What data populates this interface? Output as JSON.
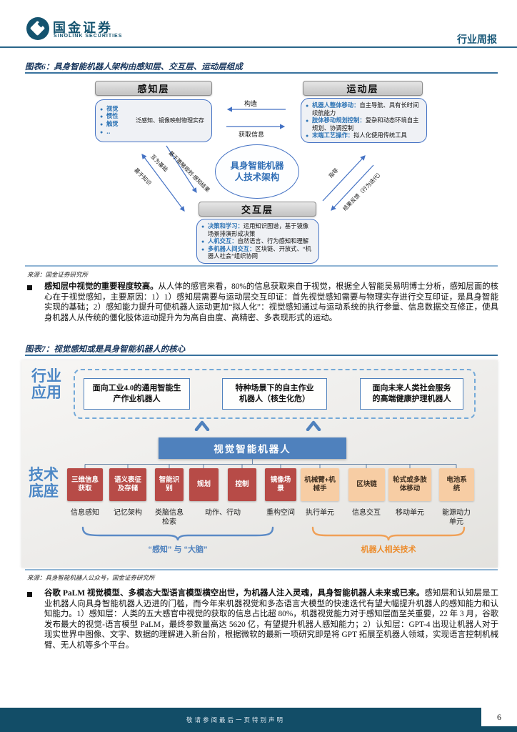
{
  "header": {
    "brand_cn": "国金证券",
    "brand_en": "SINOLINK SECURITIES",
    "report_type": "行业周报"
  },
  "palette": {
    "brand_teal": "#14536f",
    "rule_blue": "#29668a",
    "diagram_blue": "#4472c4",
    "lead_blue": "#2e74b5",
    "banner_blue": "#4f81bd",
    "red_box": "#b74b47",
    "orange_box": "#f7cda4",
    "brace_orange": "#f0a057",
    "footer_teal": "#124d67"
  },
  "fig6": {
    "title": "图表6：具身智能机器人架构由感知层、交互层、运动层组成",
    "perception": {
      "title": "感知层",
      "items": [
        "视觉",
        "惯性",
        "触觉",
        "‥"
      ],
      "note": "泛感知、镜像映射物理实存"
    },
    "motion": {
      "title": "运动层",
      "items": [
        {
          "lead": "机器人整体移动：",
          "text": "自主导航、具有长时间续航能力"
        },
        {
          "lead": "肢体移动规划控制：",
          "text": "复杂和动态环境自主规划、协调控制"
        },
        {
          "lead": "末端工艺操作：",
          "text": "拟人化使用传统工具"
        }
      ]
    },
    "interaction": {
      "title": "交互层",
      "items": [
        {
          "lead": "决策和学习：",
          "text": "运用知识图谱，基于镜像场景排演形成决策"
        },
        {
          "lead": "人机交互：",
          "text": "自然语言、行为感知和理解"
        },
        {
          "lead": "多机器人间交互：",
          "text": "区块链、开放式、“机器人社会”组织协网"
        }
      ]
    },
    "center": "具身智能机器人技术架构",
    "arrows": {
      "construct": "构造",
      "get_info": "获取信息",
      "knowledge": "基于知识",
      "mutual": "互为基础",
      "strategy": "基于策略规划·感知结果",
      "guide": "指导",
      "feedback": "结果反馈（行为迭代）"
    },
    "source": "来源：国金证券研究所"
  },
  "para1": {
    "bold": "感知层中视觉的重要程度较高。",
    "text": "从人体的感官来看，80%的信息获取来自于视觉，根据全人智能吴易明博士分析，感知层面的核心在于视觉感知，主要原因：1）1）感知层需要与运动层交互印证：首先视觉感知需要与物理实存进行交互印证，是具身智能实现的基础；2）感知能力提升可使机器人运动更加“拟人化”：视觉感知通过与运动系统的执行参量、信息数据交互修正，使具身机器人从传统的僵化肢体运动提升为为高自由度、高精密、多表现形式的运动。"
  },
  "fig7": {
    "title": "图表7：视觉感知或是具身智能机器人的核心",
    "labels": {
      "industry1": "行业",
      "industry2": "应用",
      "tech1": "技术",
      "tech2": "底座"
    },
    "app_boxes": [
      "面向工业4.0的通用智能生产作业机器人",
      "特种场景下的自主作业机器人（核生化危）",
      "面向未来人类社会服务的高端健康护理机器人"
    ],
    "banner": "视觉智能机器人",
    "red_boxes": [
      "三维信息获取",
      "语义表征及存储",
      "智能识别",
      "规划",
      "控制",
      "镜像场景"
    ],
    "orange_boxes": [
      "机械臂+机械手",
      "区块链",
      "轮式或多肢体移动",
      "电池系统"
    ],
    "captions": [
      "信息感知",
      "记忆架构",
      "类脑信息检索",
      "动作、行动",
      "重构空间",
      "执行单元",
      "信息交互",
      "移动单元",
      "能源动力单元"
    ],
    "brace_left": "“感知” 与 “大脑”",
    "brace_right": "机器人相关技术",
    "source": "来源：具身智能机器人公众号，国金证券研究所"
  },
  "para2": {
    "bold": "谷歌 PaLM 视觉模型、多模态大型语言模型横空出世，为机器人注入灵魂，具身智能机器人未来或已来。",
    "text": "感知层和认知层是工业机器人向具身智能机器人迈进的门槛，而今年来机器视觉和多态语言大模型的快速迭代有望大幅提升机器人的感知能力和认知能力。1）感知层：人类的五大感官中视觉的获取的信息占比超 80%，机器视觉能力对于感知层面至关重要，22 年 3 月，谷歌发布最大的视觉-语言模型 PaLM，最终参数量高达 5620 亿，有望提升机器人感知能力；2）认知层：GPT-4 出现让机器人对于现实世界中图像、文字、数据的理解进入新台阶，根据微软的最新一项研究即是将 GPT 拓展至机器人领域，实现语言控制机械臂、无人机等多个平台。"
  },
  "footer": {
    "disclaimer": "敬请参阅最后一页特别声明",
    "page": "6"
  }
}
